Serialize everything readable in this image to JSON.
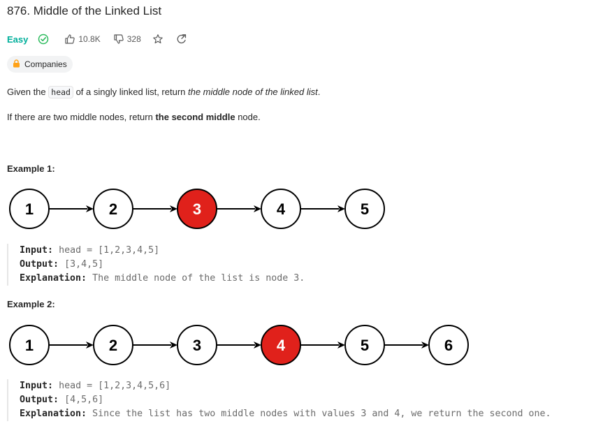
{
  "problem": {
    "title": "876. Middle of the Linked List",
    "difficulty": "Easy",
    "likes": "10.8K",
    "dislikes": "328",
    "companies_label": "Companies"
  },
  "description": {
    "p1_before": "Given the ",
    "p1_code": "head",
    "p1_after": " of a singly linked list, return ",
    "p1_em": "the middle node of the linked list",
    "p1_end": ".",
    "p2_before": "If there are two middle nodes, return ",
    "p2_strong": "the second middle",
    "p2_after": " node."
  },
  "examples": [
    {
      "title": "Example 1:",
      "nodes": [
        "1",
        "2",
        "3",
        "4",
        "5"
      ],
      "highlight_index": 2,
      "input_label": "Input:",
      "input_value": "head = [1,2,3,4,5]",
      "output_label": "Output:",
      "output_value": "[3,4,5]",
      "explanation_label": "Explanation:",
      "explanation_value": "The middle node of the list is node 3."
    },
    {
      "title": "Example 2:",
      "nodes": [
        "1",
        "2",
        "3",
        "4",
        "5",
        "6"
      ],
      "highlight_index": 3,
      "input_label": "Input:",
      "input_value": "head = [1,2,3,4,5,6]",
      "output_label": "Output:",
      "output_value": "[4,5,6]",
      "explanation_label": "Explanation:",
      "explanation_value": "Since the list has two middle nodes with values 3 and 4, we return the second one."
    }
  ],
  "colors": {
    "easy": "#00af9b",
    "highlight_fill": "#e0211b",
    "node_stroke": "#000000"
  },
  "icons": [
    "check-circle-icon",
    "thumbs-up-icon",
    "thumbs-down-icon",
    "star-icon",
    "share-icon",
    "lock-icon"
  ]
}
